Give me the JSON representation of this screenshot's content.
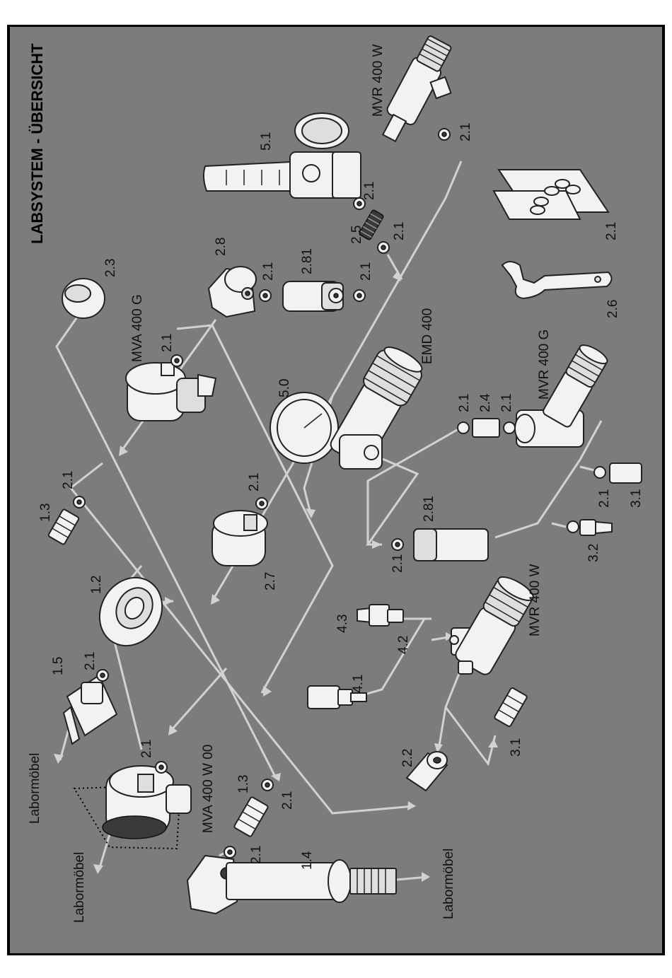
{
  "title": "LABSYSTEM - ÜBERSICHT",
  "labels": {
    "mvr400w_top": "MVR 400 W",
    "p2_1_a": "2.1",
    "p5_1": "5.1",
    "p2_1_b": "2.1",
    "p2_5": "2.5",
    "p2_1_c": "2.1",
    "p2_8": "2.8",
    "p2_1_d": "2.1",
    "p2_81_a": "2.81",
    "p2_1_e": "2.1",
    "p2_3": "2.3",
    "p2_1_set": "2.1",
    "p2_6": "2.6",
    "mva400g": "MVA 400 G",
    "p2_1_f": "2.1",
    "emd400": "EMD 400",
    "p5_0": "5.0",
    "p2_1_g": "2.1",
    "p2_4": "2.4",
    "p2_1_h": "2.1",
    "mvr400g": "MVR 400 G",
    "p1_3_a": "1.3",
    "p2_1_i": "2.1",
    "p2_1_j": "2.1",
    "p2_7": "2.7",
    "p2_81_b": "2.81",
    "p2_1_k": "2.1",
    "p2_1_l": "2.1",
    "p3_1_a": "3.1",
    "p3_2": "3.2",
    "p1_2": "1.2",
    "p1_5": "1.5",
    "p2_1_m": "2.1",
    "mvr400w_mid": "MVR 400 W",
    "p4_3": "4.3",
    "p4_2": "4.2",
    "p4_1": "4.1",
    "labormoebel_1": "Labormöbel",
    "p2_1_n": "2.1",
    "mva400w00": "MVA 400 W 00",
    "p1_3_b": "1.3",
    "p2_1_o": "2.1",
    "p2_2": "2.2",
    "p3_1_b": "3.1",
    "labormoebel_2": "Labormöbel",
    "p2_1_p": "2.1",
    "p1_4": "1.4",
    "labormoebel_3": "Labormöbel"
  }
}
